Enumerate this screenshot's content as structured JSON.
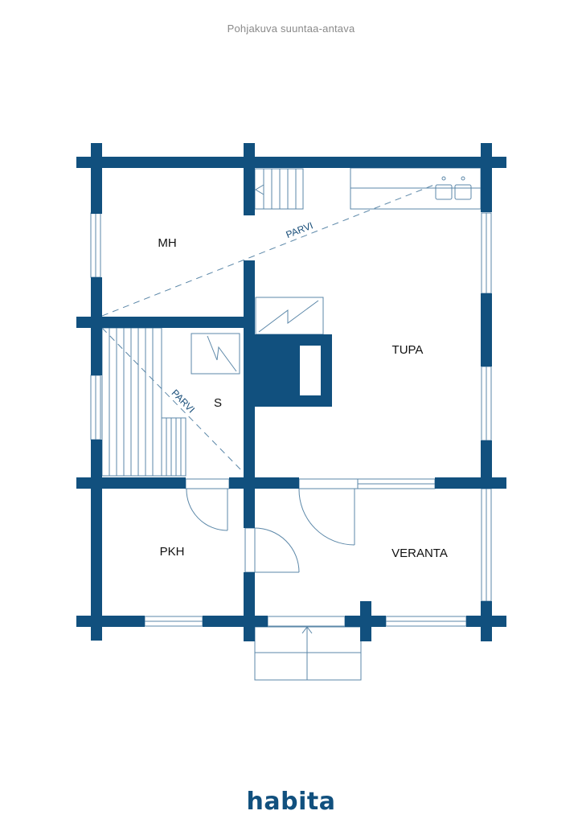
{
  "caption": "Pohjakuva suuntaa-antava",
  "rooms": {
    "mh": "MH",
    "tupa": "TUPA",
    "s": "S",
    "pkh": "PKH",
    "veranta": "VERANTA"
  },
  "lofts": {
    "parvi_upper": "PARVI",
    "parvi_lower": "PARVI"
  },
  "logo": "habita",
  "colors": {
    "wall": "#11507e",
    "line": "#5b87a8",
    "text": "#111111"
  }
}
